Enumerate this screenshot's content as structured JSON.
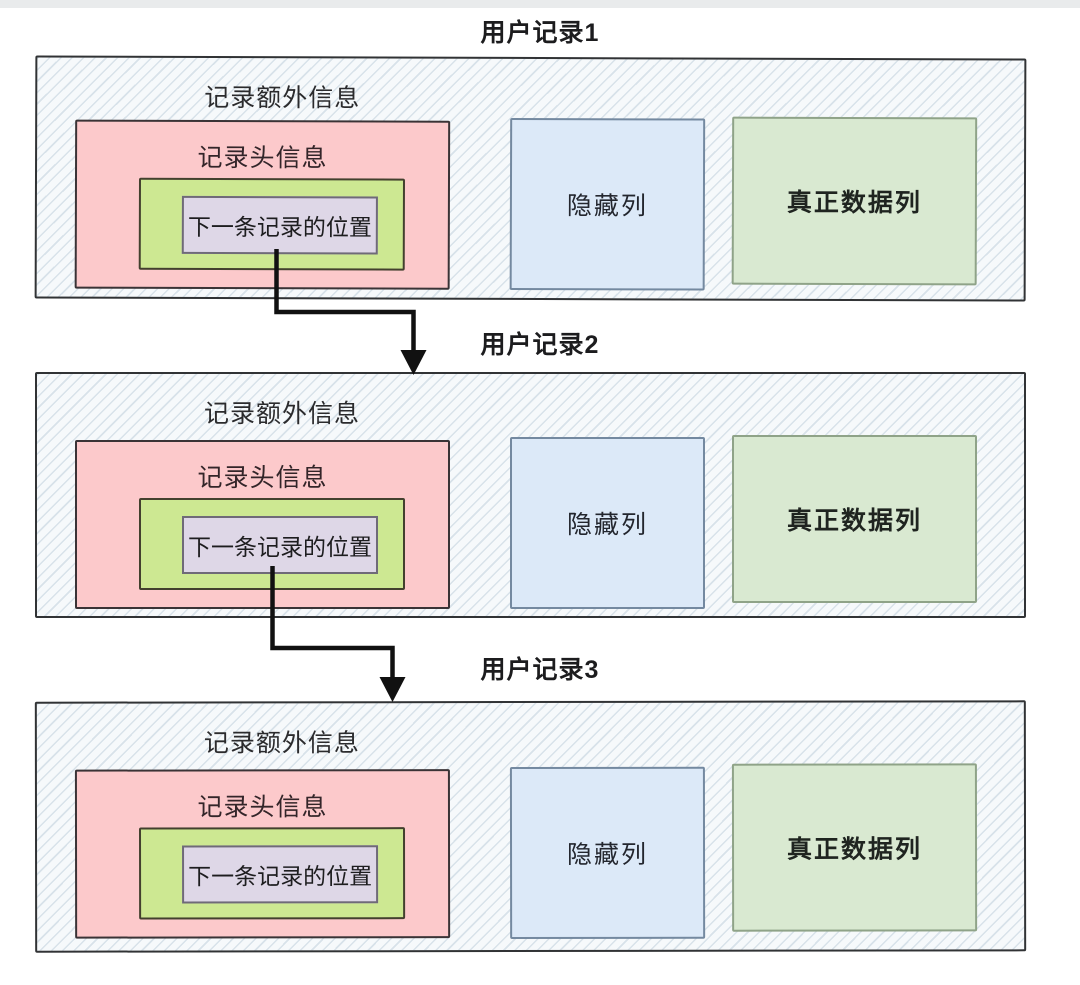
{
  "diagram": {
    "description_labels": {
      "title_prefix": "用户记录"
    }
  },
  "records": [
    {
      "title": "用户记录1",
      "extra_label": "记录额外信息",
      "header_label": "记录头信息",
      "position_label": "下一条记录的位置",
      "hidden_label": "隐藏列",
      "data_label": "真正数据列"
    },
    {
      "title": "用户记录2",
      "extra_label": "记录额外信息",
      "header_label": "记录头信息",
      "position_label": "下一条记录的位置",
      "hidden_label": "隐藏列",
      "data_label": "真正数据列"
    },
    {
      "title": "用户记录3",
      "extra_label": "记录额外信息",
      "header_label": "记录头信息",
      "position_label": "下一条记录的位置",
      "hidden_label": "隐藏列",
      "data_label": "真正数据列"
    }
  ],
  "arrows": [
    {
      "from": "record-1-position-box",
      "to": "record-2-top"
    },
    {
      "from": "record-2-position-box",
      "to": "record-3-top"
    }
  ],
  "colors": {
    "record_fill": "#f6f9fb",
    "record_hatch_line": "#bacbd8",
    "record_border": "#313335",
    "header_box_fill": "#fcc9cb",
    "inner_green_fill": "#cde892",
    "position_box_fill": "#ded7e7",
    "hidden_box_fill": "#dce9f8",
    "data_box_fill": "#d9e9d1",
    "arrow_color": "#111111",
    "top_strip": "#e9ebec"
  }
}
